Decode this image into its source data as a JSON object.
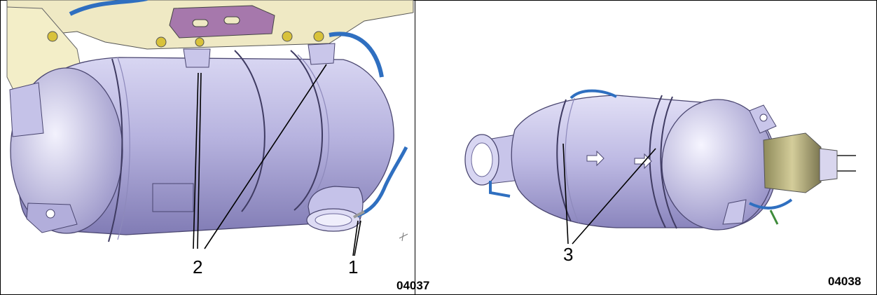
{
  "figure_left": {
    "callouts": [
      "2",
      "1"
    ],
    "figure_code": "04037",
    "part_names": [
      "exhaust-canister",
      "mounting-brackets",
      "inlet-pipe",
      "sensor-hose"
    ]
  },
  "figure_right": {
    "callouts": [
      "3"
    ],
    "figure_code": "04038",
    "part_names": [
      "exhaust-canister",
      "clamp-bands",
      "inlet-pipe",
      "outlet-connector"
    ]
  },
  "colors": {
    "canister": "#b9b6e0",
    "canister_shadow": "#7e79b0",
    "bracket": "#e6dcaa",
    "hose": "#2f6fc0",
    "bolt": "#d8c23a",
    "plate": "#a070a8"
  }
}
